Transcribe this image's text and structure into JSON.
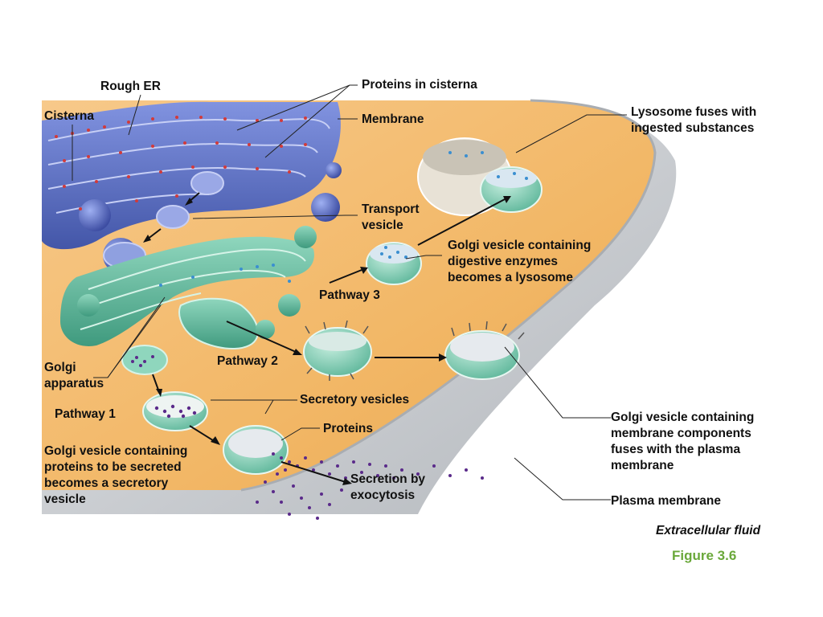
{
  "labels": {
    "rough_er": "Rough ER",
    "proteins_in_cisterna": "Proteins in cisterna",
    "cisterna": "Cisterna",
    "membrane": "Membrane",
    "lysosome_fuses": "Lysosome fuses with\ningested substances",
    "transport_vesicle": "Transport\nvesicle",
    "golgi_vesicle_digestive": "Golgi vesicle containing\ndigestive enzymes\nbecomes a lysosome",
    "pathway_3": "Pathway 3",
    "pathway_2": "Pathway 2",
    "golgi_apparatus": "Golgi\napparatus",
    "secretory_vesicles": "Secretory vesicles",
    "pathway_1": "Pathway 1",
    "proteins": "Proteins",
    "golgi_vesicle_membrane": "Golgi vesicle containing\nmembrane components\nfuses with the plasma\nmembrane",
    "golgi_vesicle_proteins": "Golgi vesicle containing\nproteins to be secreted\nbecomes a secretory\nvesicle",
    "secretion_by_exocytosis": "Secretion by\nexocytosis",
    "plasma_membrane": "Plasma membrane",
    "extracellular_fluid": "Extracellular fluid",
    "figure": "Figure 3.6"
  },
  "colors": {
    "cytoplasm": "#f2b766",
    "er": "#5a6ec8",
    "golgi": "#5fb79b",
    "membrane_gray": "#c9ccd0",
    "protein_purple": "#5a2a8a",
    "enzyme_blue": "#3b8fd0",
    "figure_green": "#6aa83a"
  }
}
